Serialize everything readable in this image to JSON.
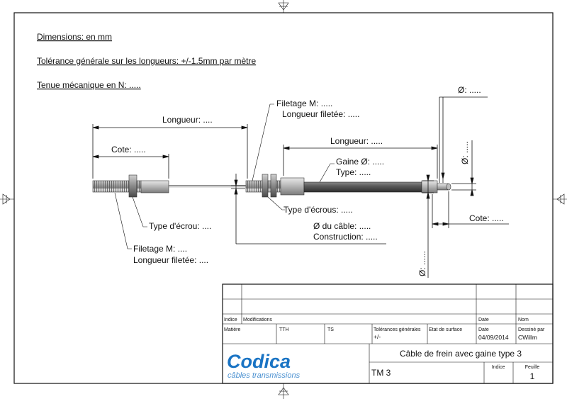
{
  "notes": {
    "dimensions": "Dimensions: en mm",
    "tolerance": "Tolérance générale sur les longueurs: +/-1.5mm par mètre",
    "tenue": "Tenue mécanique en N: ....."
  },
  "labels": {
    "longueur_left": "Longueur: ....",
    "cote_left": "Cote: .....",
    "type_ecrou": "Type d'écrou: ....",
    "filetage_left": "Filetage M: ....",
    "longueur_filetee_left": "Longueur filetée: ....",
    "filetage_right": "Filetage M: .....",
    "longueur_filetee_right": "Longueur filetée: .....",
    "longueur_right": "Longueur: .....",
    "gaine_diam": "Gaine Ø: .....",
    "gaine_type": "Type: .....",
    "type_ecrous": "Type d'écrous: .....",
    "diam_cable": "Ø du câble: .....",
    "construction": "Construction: .....",
    "diam_top": "Ø: .....",
    "diam_right_vertical": "Ø: .....",
    "cote_right": "Cote: .....",
    "diam_bottom_vertical": "Ø: ......"
  },
  "title_block": {
    "indice_header": "Indice",
    "modifications_header": "Modifications",
    "date_header": "Date",
    "nom_header": "Nom",
    "matiere_header": "Matière",
    "tt_label": "TTH",
    "ts_label": "TS",
    "tolerances_header": "Tolérances générales",
    "tolerances_value": "+/-",
    "etat_surface_header": "Etat de surface",
    "date_value_header": "Date",
    "date_value": "04/09/2014",
    "dessine_par_header": "Dessiné par",
    "dessine_par_value": "CWillm",
    "company_name": "Codica",
    "company_tagline": "câbles transmissions",
    "drawing_title": "Câble de frein avec gaine type 3",
    "drawing_number": "TM 3",
    "indice_label": "Indice",
    "feuille_label": "Feuille",
    "feuille_value": "1"
  },
  "colors": {
    "logo": "#1a74c4",
    "sheath": "#5a5a5a",
    "line": "#111111"
  }
}
